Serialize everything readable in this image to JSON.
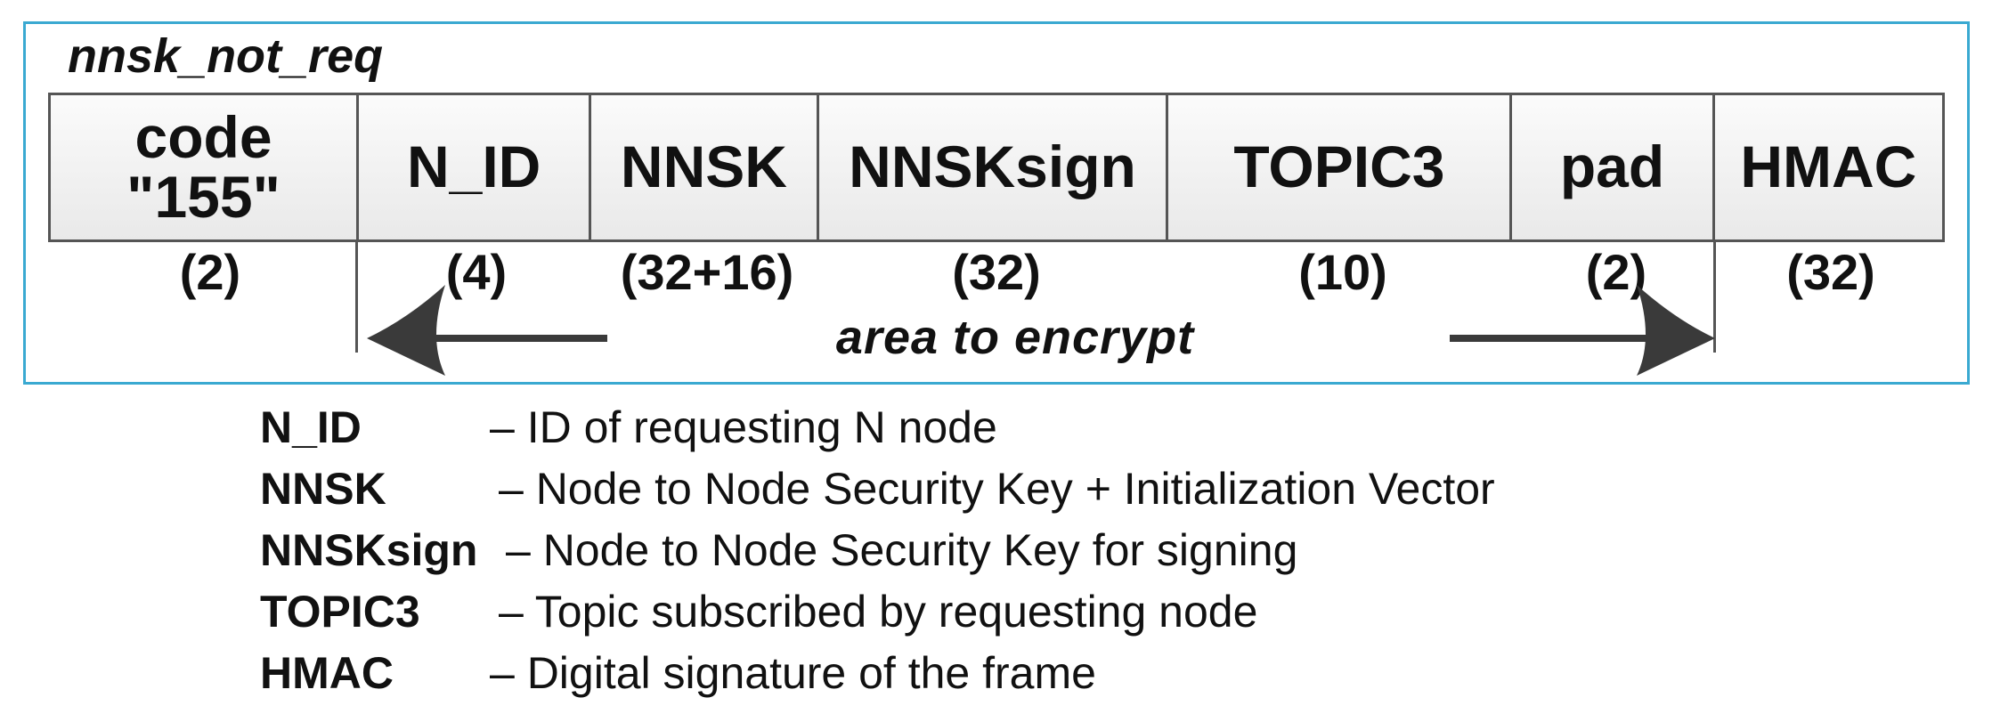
{
  "title": "nnsk_not_req",
  "fields": [
    {
      "lines": [
        "code",
        "\"155\""
      ],
      "size": "(2)"
    },
    {
      "lines": [
        "N_ID"
      ],
      "size": "(4)"
    },
    {
      "lines": [
        "NNSK"
      ],
      "size": "(32+16)"
    },
    {
      "lines": [
        "NNSKsign"
      ],
      "size": "(32)"
    },
    {
      "lines": [
        "TOPIC3"
      ],
      "size": "(10)"
    },
    {
      "lines": [
        "pad"
      ],
      "size": "(2)"
    },
    {
      "lines": [
        "HMAC"
      ],
      "size": "(32)"
    }
  ],
  "encrypt_label": "area to encrypt",
  "legend": [
    {
      "term": "N_ID",
      "desc": "– ID of requesting N node"
    },
    {
      "term": "NNSK",
      "desc": "– Node to Node Security Key + Initialization Vector"
    },
    {
      "term": "NNSKsign",
      "desc": "– Node to Node Security Key for signing"
    },
    {
      "term": "TOPIC3",
      "desc": "– Topic subscribed by requesting node"
    },
    {
      "term": "HMAC",
      "desc": "– Digital signature of the frame"
    }
  ],
  "colors": {
    "frame_border": "#3aa9d1",
    "cell_border": "#555555",
    "arrow": "#3a3a3a"
  }
}
